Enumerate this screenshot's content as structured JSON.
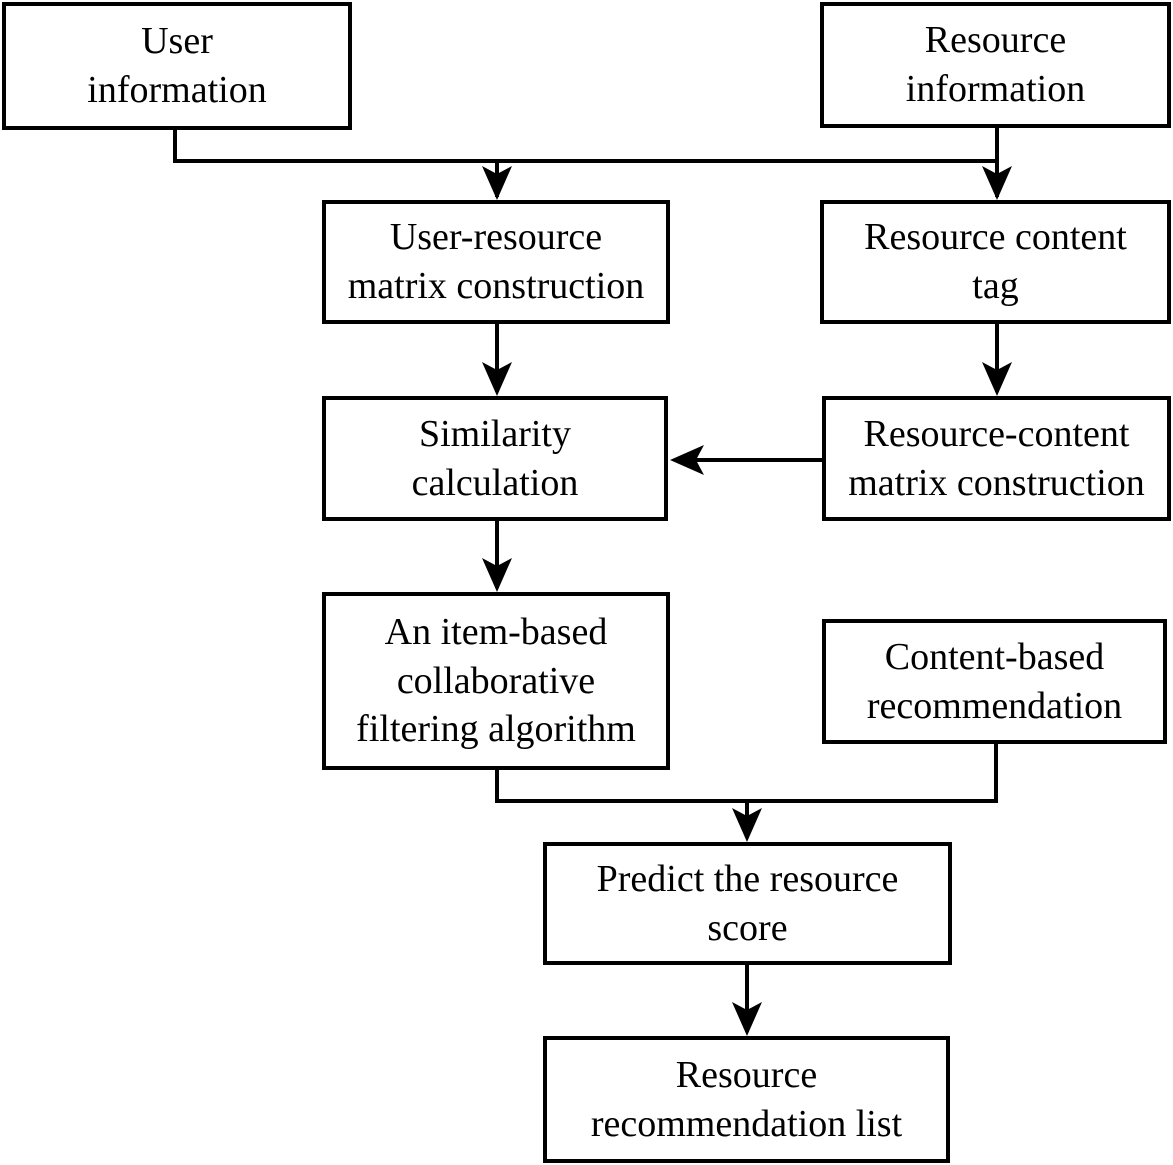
{
  "diagram": {
    "type": "flowchart",
    "colors": {
      "background": "#ffffff",
      "box_fill": "#ffffff",
      "box_border": "#000000",
      "line": "#000000",
      "text": "#000000"
    },
    "nodes": {
      "user_information": {
        "label": "User\ninformation"
      },
      "resource_information": {
        "label": "Resource\ninformation"
      },
      "user_resource_matrix": {
        "label": "User-resource\nmatrix construction"
      },
      "resource_content_tag": {
        "label": "Resource content\ntag"
      },
      "similarity_calculation": {
        "label": "Similarity\ncalculation"
      },
      "resource_content_matrix": {
        "label": "Resource-content\nmatrix construction"
      },
      "item_based_cf": {
        "label": "An item-based\ncollaborative\nfiltering algorithm"
      },
      "content_based_recommendation": {
        "label": "Content-based\nrecommendation"
      },
      "predict_resource_score": {
        "label": "Predict the resource\nscore"
      },
      "resource_recommendation_list": {
        "label": "Resource\nrecommendation list"
      }
    },
    "edges": [
      {
        "from": "user_information",
        "to": "user_resource_matrix"
      },
      {
        "from": "resource_information",
        "to": "resource_content_tag"
      },
      {
        "from": "user_resource_matrix",
        "to": "similarity_calculation"
      },
      {
        "from": "resource_content_tag",
        "to": "resource_content_matrix"
      },
      {
        "from": "resource_content_matrix",
        "to": "similarity_calculation"
      },
      {
        "from": "similarity_calculation",
        "to": "item_based_cf"
      },
      {
        "from": "item_based_cf",
        "to": "predict_resource_score"
      },
      {
        "from": "content_based_recommendation",
        "to": "predict_resource_score"
      },
      {
        "from": "predict_resource_score",
        "to": "resource_recommendation_list"
      }
    ]
  }
}
